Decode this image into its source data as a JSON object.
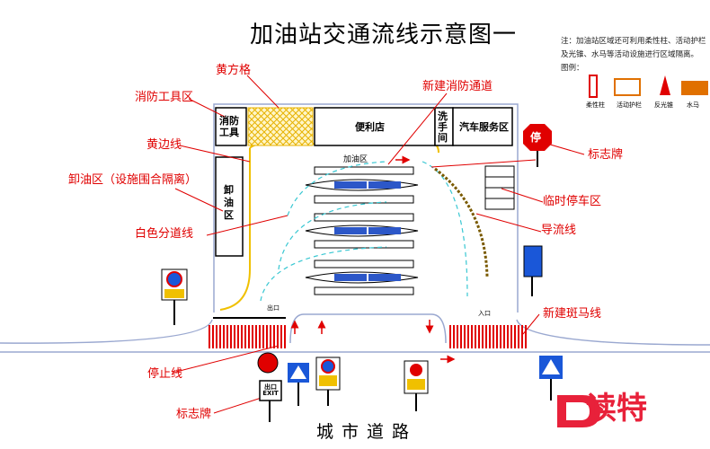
{
  "title": "加油站交通流线示意图一",
  "note": {
    "line1": "注：加油站区域还可利用柔性柱、活动护栏",
    "line2": "及光锥、水马等活动设施进行区域隔离。",
    "legend_title": "图例：",
    "legend_items": [
      "柔性柱",
      "活动护栏",
      "反光锥",
      "水马"
    ]
  },
  "callouts": {
    "yellow_grid": "黄方格",
    "fire_tools": "消防工具区",
    "yellow_edge": "黄边线",
    "unload": "卸油区（设施围合隔离）",
    "white_lane": "白色分道线",
    "fire_lane": "新建消防通道",
    "sign": "标志牌",
    "temp_parking": "临时停车区",
    "guide_line": "导流线",
    "zebra": "新建斑马线",
    "stop_line": "停止线",
    "sign_bottom": "标志牌"
  },
  "areas": {
    "fire_tools_box": "消防工具",
    "store": "便利店",
    "washroom": "洗手间",
    "auto_service": "汽车服务区",
    "unload_box": "卸油区",
    "canopy": "加油区",
    "exit_mark": "出口",
    "entry_mark": "入口",
    "stop_sign": "停",
    "exit_sign": "出口 EXIT",
    "road": "城市道路"
  },
  "watermark": "读特"
}
